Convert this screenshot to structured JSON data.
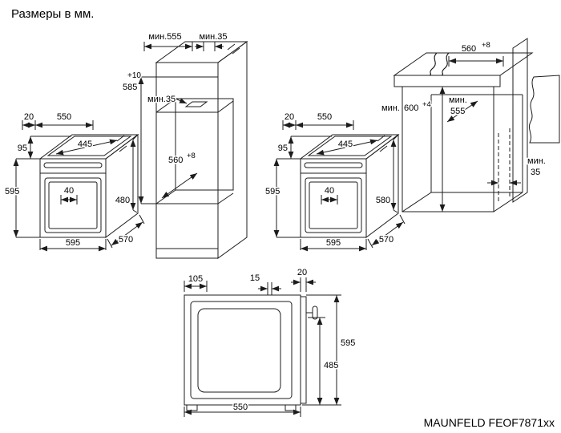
{
  "title": "Размеры в мм.",
  "model": "MAUNFELD FEOF7871xx",
  "oven_left": {
    "setback_top": "20",
    "depth_top": "550",
    "panel_height": "95",
    "height": "595",
    "inner_width": "445",
    "handle_gap": "40",
    "door_height": "480",
    "width": "595",
    "depth": "570"
  },
  "column": {
    "min_depth": "мин.555",
    "min_gap_top": "мин.35",
    "tolerance": "+10",
    "niche_height": "585",
    "min_vent_gap": "мин.35",
    "niche_depth": "560",
    "niche_depth_tol": "+8"
  },
  "oven_right": {
    "setback_top": "20",
    "depth_top": "550",
    "panel_height": "95",
    "height": "595",
    "inner_width": "445",
    "handle_gap": "40",
    "door_height": "580",
    "width": "595",
    "depth": "570"
  },
  "counter": {
    "niche_width": "560",
    "niche_width_tol": "+8",
    "min_prefix_height": "мин.",
    "niche_height": "600",
    "niche_height_tol": "+4",
    "min_prefix_depth": "мин.",
    "min_depth": "555",
    "min_prefix_gap": "мин.",
    "min_gap": "35"
  },
  "section": {
    "top_recess": "105",
    "handle_gap": "15",
    "handle_depth": "20",
    "height": "595",
    "inner_height": "485",
    "depth": "550"
  }
}
